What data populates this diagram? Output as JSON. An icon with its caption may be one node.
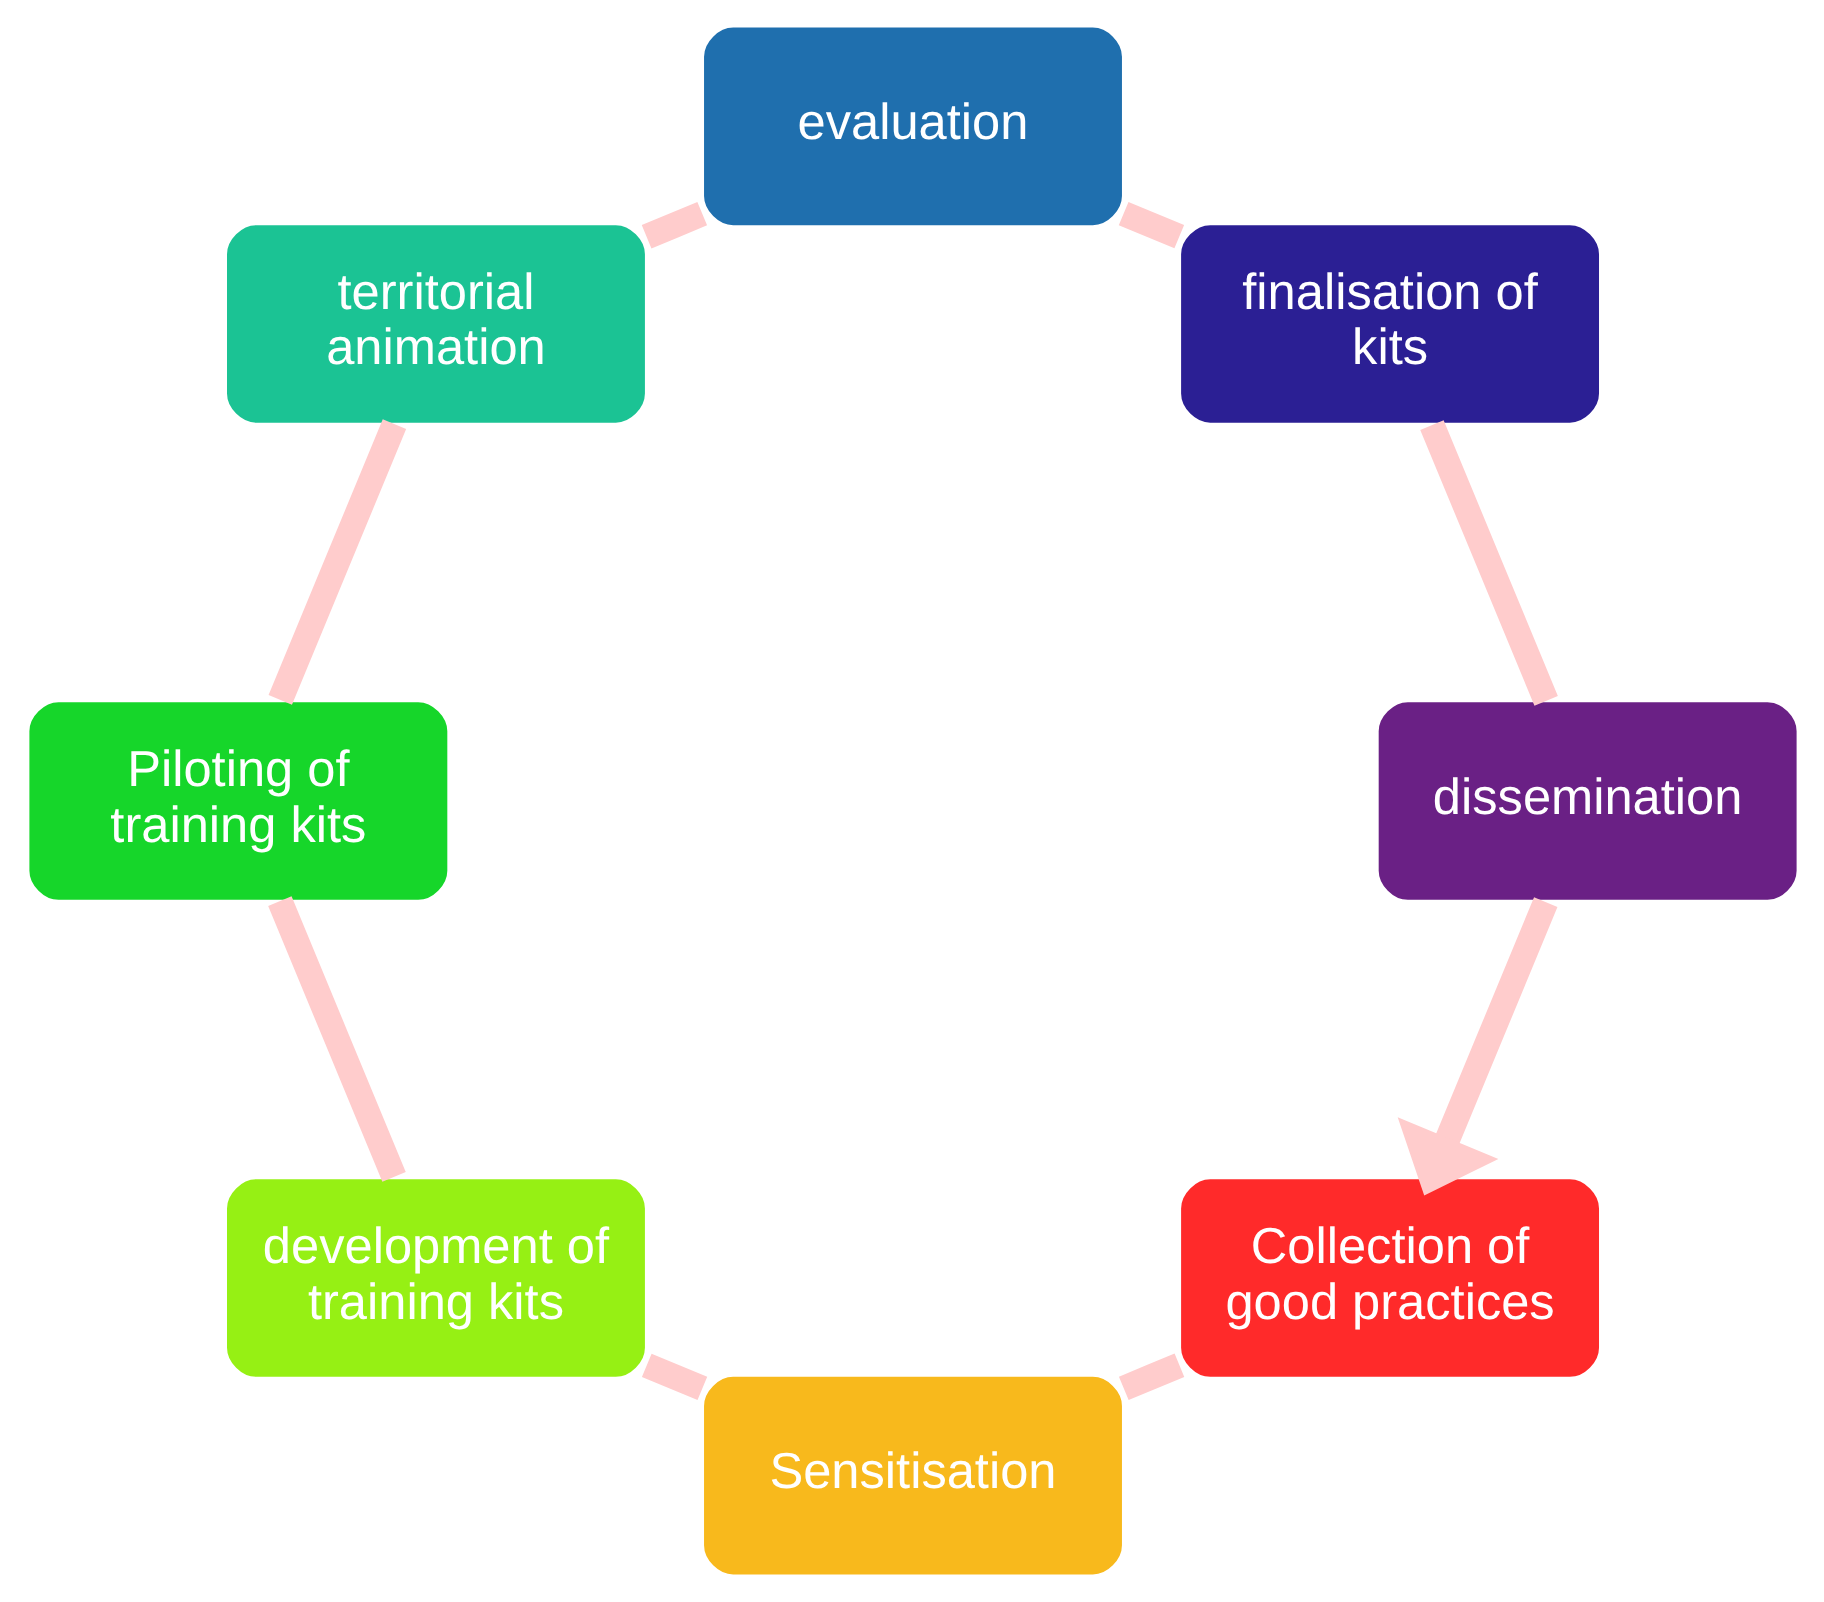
{
  "diagram": {
    "nodes": [
      {
        "text": [
          "Collection of good practices"
        ]
      },
      {
        "text": [
          "Sensitisation"
        ]
      },
      {
        "text": [
          "development of training kits"
        ]
      },
      {
        "text": [
          "Piloting of training kits"
        ]
      },
      {
        "text": [
          "territorial animation"
        ]
      },
      {
        "text": [
          "evaluation"
        ]
      },
      {
        "text": [
          "finalisation of kits"
        ]
      },
      {
        "text": [
          "dissemination"
        ]
      }
    ],
    "edges": [
      {
        "from": 0,
        "to": 1,
        "arrow": "none"
      },
      {
        "from": 1,
        "to": 2,
        "arrow": "none"
      },
      {
        "from": 2,
        "to": 3,
        "arrow": "none"
      },
      {
        "from": 3,
        "to": 4,
        "arrow": "none"
      },
      {
        "from": 4,
        "to": 5,
        "arrow": "none"
      },
      {
        "from": 5,
        "to": 6,
        "arrow": "none"
      },
      {
        "from": 6,
        "to": 7,
        "arrow": "none"
      },
      {
        "from": 7,
        "to": 0,
        "arrow": "to"
      }
    ]
  }
}
